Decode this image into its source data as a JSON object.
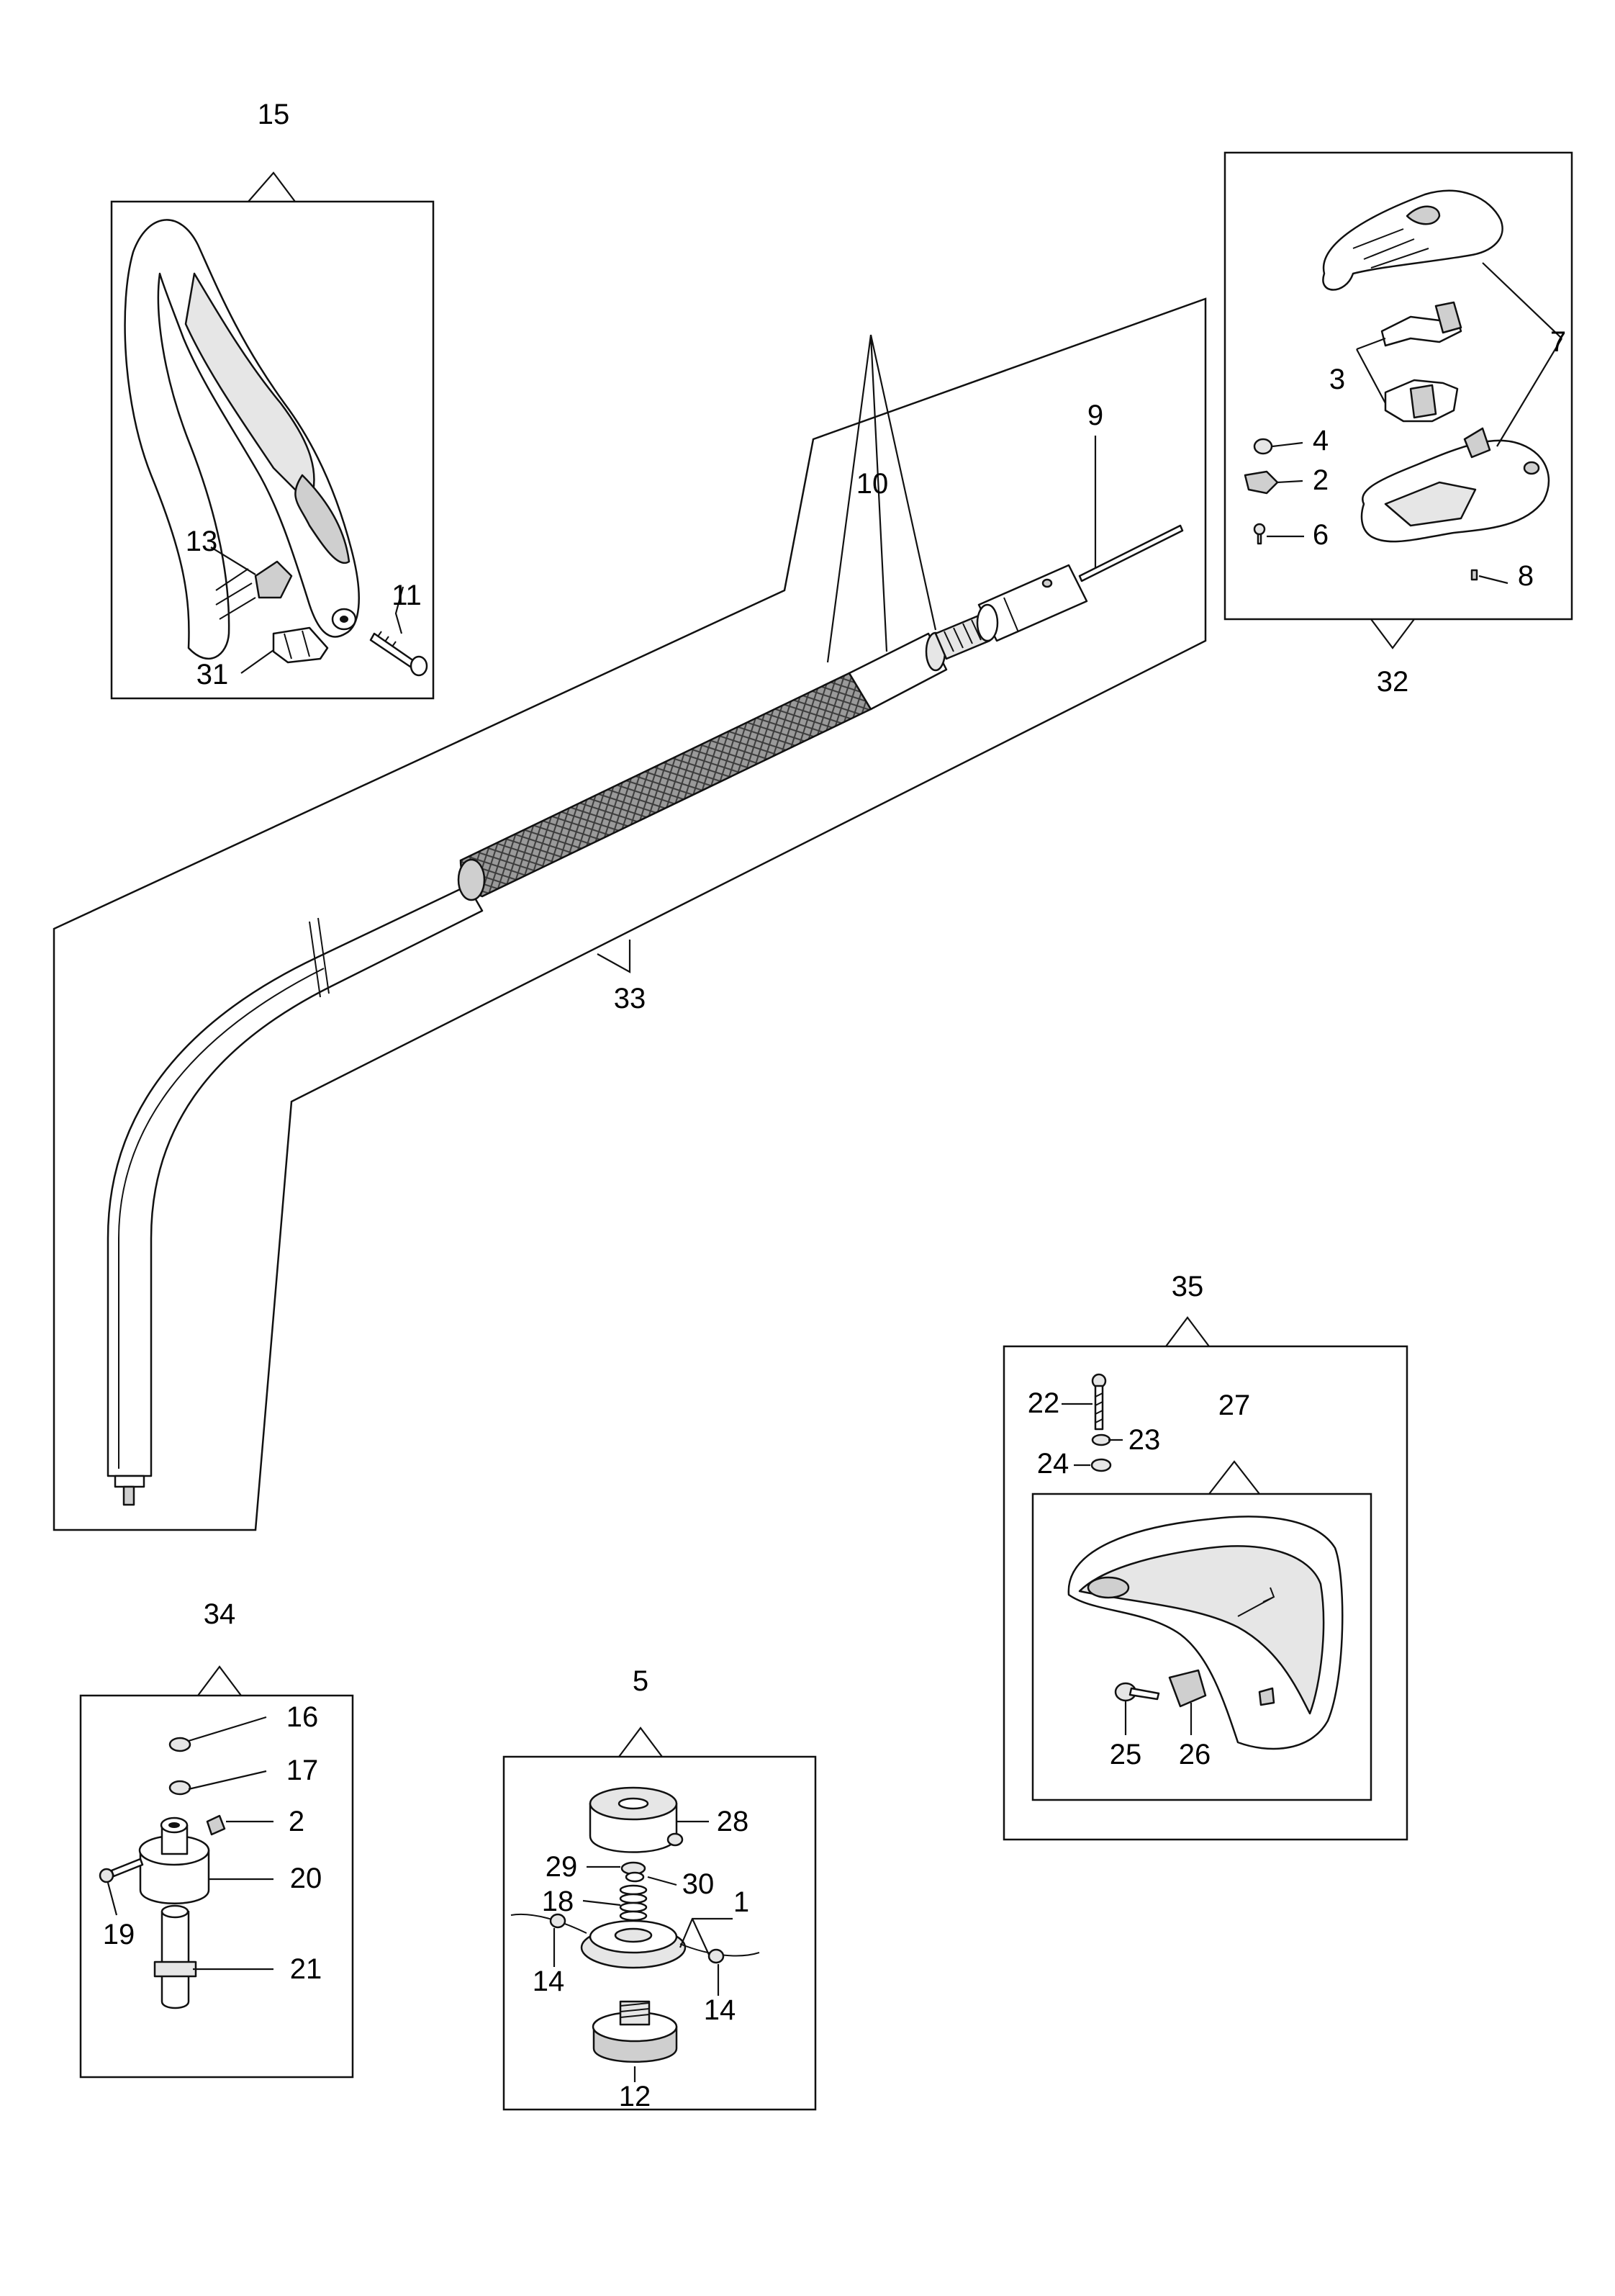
{
  "callouts": {
    "c1": "1",
    "c2a": "2",
    "c2b": "2",
    "c3": "3",
    "c4": "4",
    "c5": "5",
    "c6": "6",
    "c7": "7",
    "c8": "8",
    "c9": "9",
    "c10": "10",
    "c11": "11",
    "c12": "12",
    "c13": "13",
    "c14a": "14",
    "c14b": "14",
    "c15": "15",
    "c16": "16",
    "c17": "17",
    "c18": "18",
    "c19": "19",
    "c20": "20",
    "c21": "21",
    "c22": "22",
    "c23": "23",
    "c24": "24",
    "c25": "25",
    "c26": "26",
    "c27": "27",
    "c28": "28",
    "c29": "29",
    "c30": "30",
    "c31": "31",
    "c32": "32",
    "c33": "33",
    "c34": "34",
    "c35": "35"
  }
}
